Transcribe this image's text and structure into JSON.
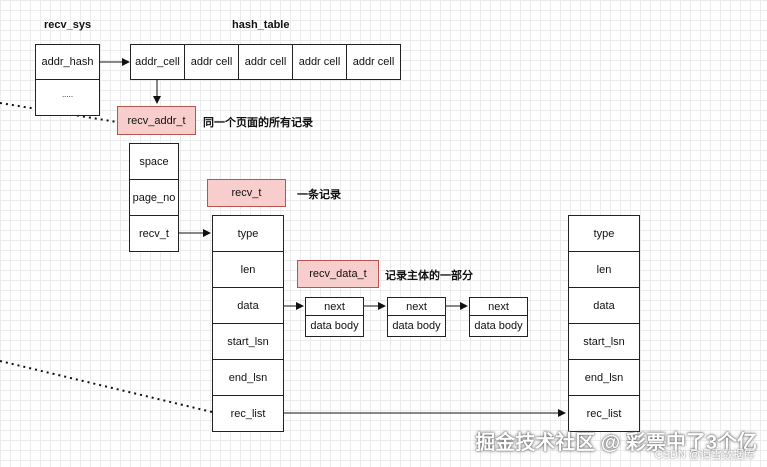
{
  "labels": {
    "recv_sys": "recv_sys",
    "hash_table": "hash_table"
  },
  "recv_sys_cells": [
    "addr_hash",
    "....."
  ],
  "hash_cells": [
    "addr_cell",
    "addr cell",
    "addr cell",
    "addr cell",
    "addr cell"
  ],
  "recv_addr_t": {
    "name": "recv_addr_t",
    "note": "同一个页面的所有记录",
    "fields": [
      "space",
      "page_no",
      "recv_t"
    ]
  },
  "recv_t": {
    "name": "recv_t",
    "note": "一条记录",
    "fields": [
      "type",
      "len",
      "data",
      "start_lsn",
      "end_lsn",
      "rec_list"
    ]
  },
  "recv_data_t": {
    "name": "recv_data_t",
    "note": "记录主体的一部分",
    "nodes": [
      {
        "next": "next",
        "body": "data body"
      },
      {
        "next": "next",
        "body": "data body"
      },
      {
        "next": "next",
        "body": "data body"
      }
    ]
  },
  "recv_t_right": {
    "fields": [
      "type",
      "len",
      "data",
      "start_lsn",
      "end_lsn",
      "rec_list"
    ]
  },
  "watermark": {
    "main": "掘金技术社区 @ 彩票中了3个亿",
    "sub": "CSDN @谭雪数据库"
  },
  "colors": {
    "highlight_fill": "#f8cecc",
    "highlight_border": "#b85450"
  }
}
